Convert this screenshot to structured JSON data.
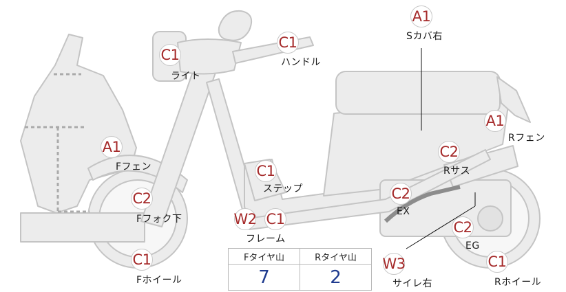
{
  "badges": [
    {
      "id": "s-cover-right",
      "grade": "A1",
      "label": "Sカバ右"
    },
    {
      "id": "handle",
      "grade": "C1",
      "label": "ハンドル"
    },
    {
      "id": "light",
      "grade": "C1",
      "label": "ライト"
    },
    {
      "id": "r-fender",
      "grade": "A1",
      "label": "Rフェン"
    },
    {
      "id": "f-fender",
      "grade": "A1",
      "label": "Fフェン"
    },
    {
      "id": "r-suspension",
      "grade": "C2",
      "label": "Rサス"
    },
    {
      "id": "step",
      "grade": "C1",
      "label": "ステップ"
    },
    {
      "id": "exhaust",
      "grade": "C2",
      "label": "EX"
    },
    {
      "id": "f-fork-lower",
      "grade": "C2",
      "label": "Fフォク下"
    },
    {
      "id": "frame-w",
      "grade": "W2",
      "label": ""
    },
    {
      "id": "frame-c",
      "grade": "C1",
      "label": "フレーム"
    },
    {
      "id": "engine",
      "grade": "C2",
      "label": "EG"
    },
    {
      "id": "f-wheel",
      "grade": "C1",
      "label": "Fホイール"
    },
    {
      "id": "muffler-right",
      "grade": "W3",
      "label": "サイレ右"
    },
    {
      "id": "r-wheel",
      "grade": "C1",
      "label": "Rホイール"
    }
  ],
  "tread_table": {
    "headers": [
      "Fタイヤ山",
      "Rタイヤ山"
    ],
    "values": [
      "7",
      "2"
    ]
  },
  "colors": {
    "part_fill": "#ececec",
    "part_stroke": "#c4c4c4",
    "grade_text": "#a52a2a",
    "tread_value": "#1f3b8f"
  }
}
